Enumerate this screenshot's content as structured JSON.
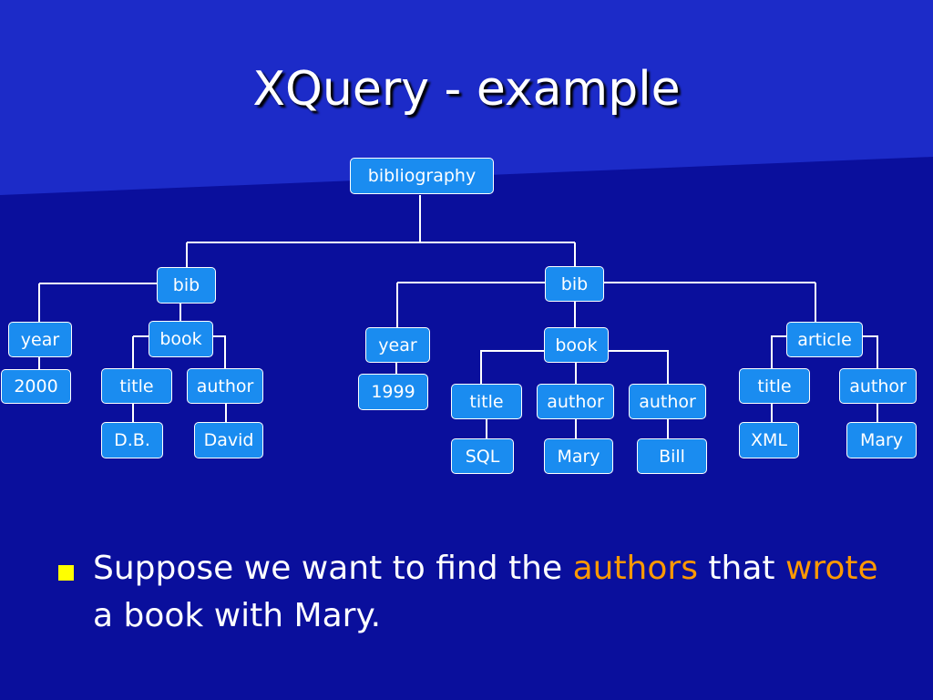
{
  "title": "XQuery - example",
  "colors": {
    "background": "#0a0f9c",
    "node_fill": "#1a8cf0",
    "node_border": "#ffffff",
    "connector": "#ffffff",
    "highlight": "#ff9900",
    "bullet": "#ffff00"
  },
  "tree": {
    "root": "bibliography",
    "bib_1": {
      "label": "bib",
      "year": "year",
      "year_value": "2000",
      "book": "book",
      "title": "title",
      "title_value": "D.B.",
      "author": "author",
      "author_value": "David"
    },
    "bib_2": {
      "label": "bib",
      "year": "year",
      "year_value": "1999",
      "book": "book",
      "title": "title",
      "title_value": "SQL",
      "author_1": "author",
      "author_1_value": "Mary",
      "author_2": "author",
      "author_2_value": "Bill",
      "article": "article",
      "article_title": "title",
      "article_title_value": "XML",
      "article_author": "author",
      "article_author_value": "Mary"
    }
  },
  "bullet": {
    "part1": "Suppose we want to find the ",
    "highlight1": "authors",
    "part2": " that ",
    "highlight2": "wrote",
    "part3": " a book with Mary."
  }
}
